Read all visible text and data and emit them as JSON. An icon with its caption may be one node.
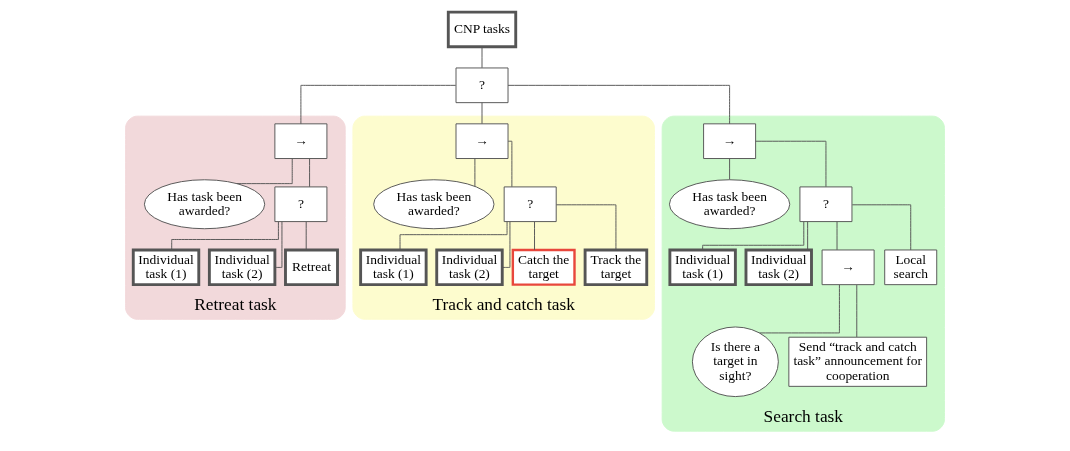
{
  "diagram": {
    "nodes": [
      {
        "text": [
          "CNP tasks"
        ]
      },
      {
        "text": [
          "?"
        ]
      },
      {
        "text": [
          "Retreat task"
        ]
      },
      {
        "text": [
          "→"
        ],
        "in": 2
      },
      {
        "text": [
          "Has task been awarded?"
        ],
        "in": 2
      },
      {
        "text": [
          "?"
        ],
        "in": 2
      },
      {
        "text": [
          "Individual task (1)"
        ],
        "in": 2
      },
      {
        "text": [
          "Individual task (2)"
        ],
        "in": 2
      },
      {
        "text": [
          "Retreat"
        ],
        "in": 2
      },
      {
        "text": [
          "Track and catch task"
        ]
      },
      {
        "text": [
          "→"
        ],
        "in": 9
      },
      {
        "text": [
          "Has task been awarded?"
        ],
        "in": 9
      },
      {
        "text": [
          "?"
        ],
        "in": 9
      },
      {
        "text": [
          "Individual task (1)"
        ],
        "in": 9
      },
      {
        "text": [
          "Individual task (2)"
        ],
        "in": 9
      },
      {
        "text": [
          "Catch the target"
        ],
        "in": 9
      },
      {
        "text": [
          "Track the target"
        ],
        "in": 9
      },
      {
        "text": [
          "Search task"
        ]
      },
      {
        "text": [
          "→"
        ],
        "in": 17
      },
      {
        "text": [
          "Has task been awarded?"
        ],
        "in": 17
      },
      {
        "text": [
          "?"
        ],
        "in": 17
      },
      {
        "text": [
          "Individual task (1)"
        ],
        "in": 17
      },
      {
        "text": [
          "Individual task (2)"
        ],
        "in": 17
      },
      {
        "text": [
          "→"
        ],
        "in": 17
      },
      {
        "text": [
          "Local search"
        ],
        "in": 17
      },
      {
        "text": [
          "Is there a target in sight?"
        ],
        "in": 17
      },
      {
        "text": [
          "Send “track and catch task” announcement for cooperation"
        ],
        "in": 17
      }
    ],
    "edges": [
      {
        "from": 0,
        "to": 1,
        "arrow": "none"
      },
      {
        "from": 1,
        "to": 3,
        "arrow": "none"
      },
      {
        "from": 1,
        "to": 10,
        "arrow": "none"
      },
      {
        "from": 1,
        "to": 18,
        "arrow": "none"
      },
      {
        "from": 3,
        "to": 4,
        "arrow": "none"
      },
      {
        "from": 3,
        "to": 5,
        "arrow": "none"
      },
      {
        "from": 5,
        "to": 6,
        "arrow": "none"
      },
      {
        "from": 5,
        "to": 7,
        "arrow": "none"
      },
      {
        "from": 5,
        "to": 8,
        "arrow": "none"
      },
      {
        "from": 10,
        "to": 11,
        "arrow": "none"
      },
      {
        "from": 10,
        "to": 12,
        "arrow": "none"
      },
      {
        "from": 12,
        "to": 13,
        "arrow": "none"
      },
      {
        "from": 12,
        "to": 14,
        "arrow": "none"
      },
      {
        "from": 12,
        "to": 15,
        "arrow": "none"
      },
      {
        "from": 12,
        "to": 16,
        "arrow": "none"
      },
      {
        "from": 18,
        "to": 19,
        "arrow": "none"
      },
      {
        "from": 18,
        "to": 20,
        "arrow": "none"
      },
      {
        "from": 20,
        "to": 21,
        "arrow": "none"
      },
      {
        "from": 20,
        "to": 22,
        "arrow": "none"
      },
      {
        "from": 20,
        "to": 23,
        "arrow": "none"
      },
      {
        "from": 20,
        "to": 24,
        "arrow": "none"
      },
      {
        "from": 23,
        "to": 25,
        "arrow": "none"
      },
      {
        "from": 23,
        "to": 26,
        "arrow": "none"
      }
    ]
  }
}
